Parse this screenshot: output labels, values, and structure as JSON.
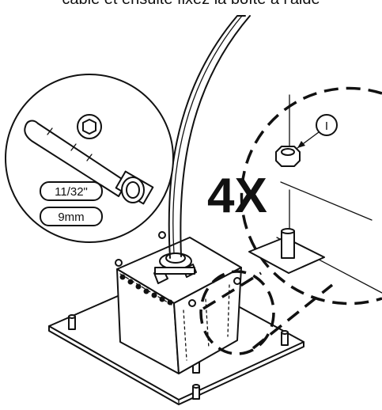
{
  "caption": "câble et ensuite fixez la boîte à l'aide",
  "callouts": {
    "wrench_size_imperial": "11/32\"",
    "wrench_size_metric": "9mm",
    "multiplier": "4X",
    "part_marker": "I"
  },
  "icons": [
    "hex-socket-icon",
    "nut-driver-icon",
    "hex-nut-icon",
    "cable-icon",
    "junction-box-icon",
    "base-plate-icon",
    "stud-icon"
  ]
}
